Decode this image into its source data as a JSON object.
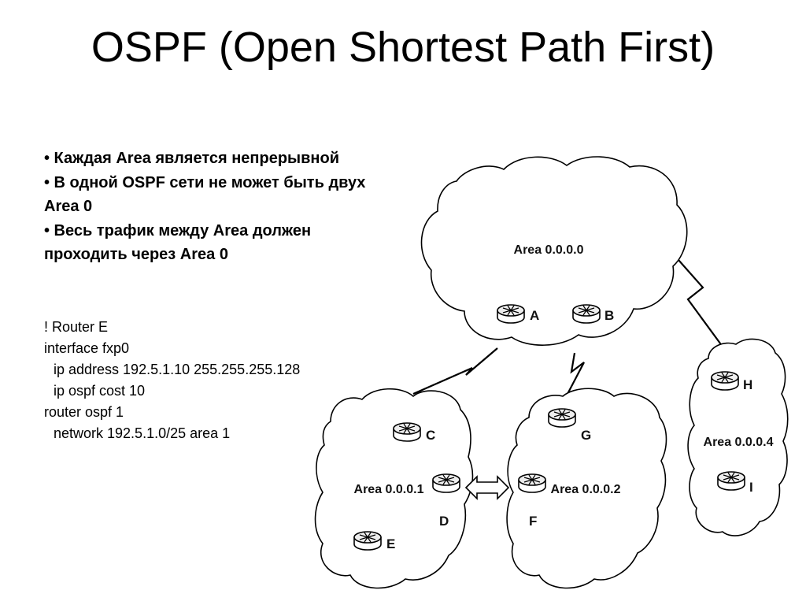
{
  "title": "OSPF (Open Shortest Path First)",
  "bullets": [
    "• Каждая Area является непрерывной",
    "• В одной OSPF сети не может быть двух Area 0",
    "• Весь трафик между Area должен проходить через Area 0"
  ],
  "config": [
    "! Router E",
    "interface fxp0",
    "ip address 192.5.1.10 255.255.255.128",
    "ip ospf cost 10",
    "router ospf 1",
    "network 192.5.1.0/25 area 1"
  ],
  "diagram": {
    "areas": {
      "area0": "Area 0.0.0.0",
      "area1": "Area 0.0.0.1",
      "area2": "Area 0.0.0.2",
      "area4": "Area 0.0.0.4"
    },
    "routers": {
      "A": "A",
      "B": "B",
      "C": "C",
      "D": "D",
      "E": "E",
      "F": "F",
      "G": "G",
      "H": "H",
      "I": "I"
    }
  }
}
